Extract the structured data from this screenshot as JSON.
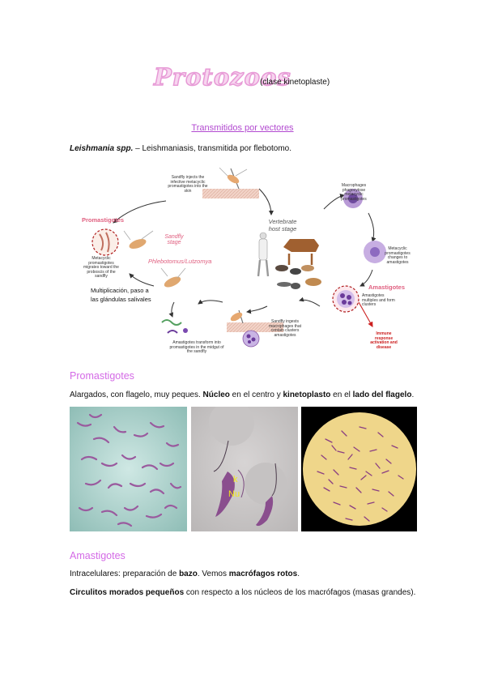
{
  "header": {
    "title": "Protozoos",
    "subtitle": "(clase kinetoplaste)"
  },
  "section_title": "Transmitidos por vectores",
  "leishmania": {
    "name": "Leishmania spp.",
    "text": " – Leishmaniasis, transmitida por flebotomo."
  },
  "diagram": {
    "label_sandfly_injects": "Sandfly injects the infective metacyclic promastigotes into the skin",
    "label_macrophages": "Macrophages phagocytose metacyclic promastigotes",
    "label_metacyclic_changes": "Metacyclic promastigotes changes to amastigotes",
    "label_amastigotes_multiply": "Amastigotes multiples and form clusters",
    "label_immune": "Immune response activation and disease",
    "label_sandfly_ingests": "Sandfly ingests macrophages that contain clusters amastigotes",
    "label_transform": "Amastigotes transform into promastigotes in the midgut of the sandfly",
    "label_metacyclic_migrate": "Metacyclic promastigotes migrates toward the proboscis of the sandfly",
    "label_promastigotes": "Promastigotes",
    "label_amastigotes": "Amastigotes",
    "label_sandfly_stage": "Sandfly stage",
    "label_vertebrate": "Vertebrate host stage",
    "label_phlebotomus": "Phlebotomus/Lutzomya",
    "note_multiplicacion": "Multiplicación, paso a las glándulas salivales",
    "colors": {
      "pink": "#e06080",
      "red": "#cc2020",
      "purple": "#8a5aa8"
    }
  },
  "promastigotes": {
    "heading": "Promastigotes",
    "p1": "Alargados, con flagelo, muy peques. ",
    "p2": "Núcleo",
    "p3": " en el centro y ",
    "p4": "kinetoplasto",
    "p5": " en el ",
    "p6": "lado del flagelo",
    "p7": ".",
    "photo_label_k": "k",
    "photo_label_nu": "Nu"
  },
  "amastigotes": {
    "heading": "Amastigotes",
    "l1a": "Intracelulares: preparación de ",
    "l1b": "bazo",
    "l1c": ". Vemos ",
    "l1d": "macrófagos rotos",
    "l1e": ".",
    "l2a": "Circulitos morados pequeños",
    "l2b": " con respecto a los núcleos de los macrófagos (masas grandes)."
  }
}
